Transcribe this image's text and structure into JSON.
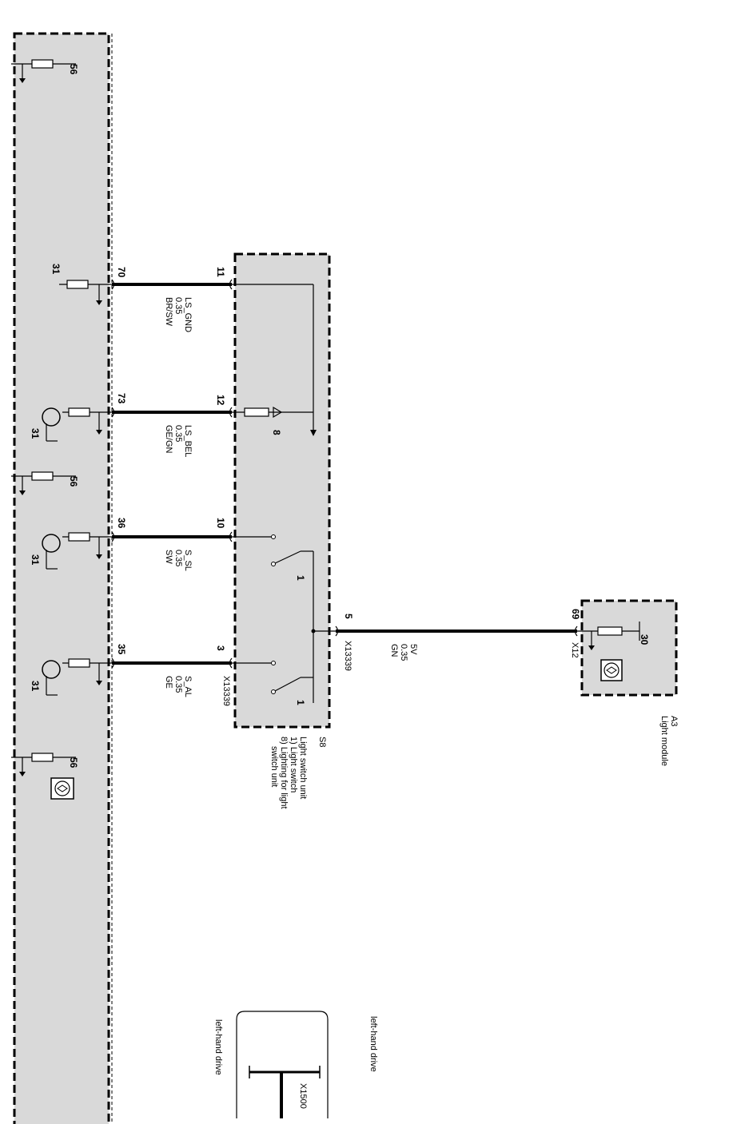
{
  "module_left": {
    "pins": [
      {
        "pin": "70",
        "ground": "31"
      },
      {
        "pin": "73",
        "ground": "31"
      },
      {
        "pin": "36",
        "ground": "31"
      },
      {
        "pin": "35",
        "ground": "31"
      }
    ],
    "supply_labels": [
      "56",
      "56",
      "56"
    ]
  },
  "wires": [
    {
      "pin_left": "70",
      "pin_right": "11",
      "signal": "LS_GND",
      "gauge": "0.35",
      "color": "BR/SW"
    },
    {
      "pin_left": "73",
      "pin_right": "12",
      "signal": "LS_BEL",
      "gauge": "0.35",
      "color": "GE/GN"
    },
    {
      "pin_left": "36",
      "pin_right": "10",
      "signal": "S_SL",
      "gauge": "0.35",
      "color": "SW"
    },
    {
      "pin_left": "35",
      "pin_right": "3",
      "signal": "S_AL",
      "gauge": "0.35",
      "color": "GE"
    }
  ],
  "connector_s8": "X13339",
  "light_switch": {
    "id": "S8",
    "name": "Light switch unit",
    "item1": "1) Light switch",
    "item8": "8) Lighting for light switch unit",
    "item8_line1": "8) Lighting for light",
    "item8_line2": "switch unit",
    "label_1a": "1",
    "label_1b": "1",
    "label_8": "8",
    "pin5": "5",
    "connector": "X13339"
  },
  "wire_5v": {
    "signal": "5V",
    "gauge": "0.35",
    "color": "GN"
  },
  "light_module": {
    "id": "A3",
    "name": "Light module",
    "pin": "69",
    "connector": "X12",
    "supply": "30"
  },
  "bottom": {
    "label_top": "left-hand drive",
    "label_bottom": "left-hand drive",
    "connector": "X1500"
  }
}
